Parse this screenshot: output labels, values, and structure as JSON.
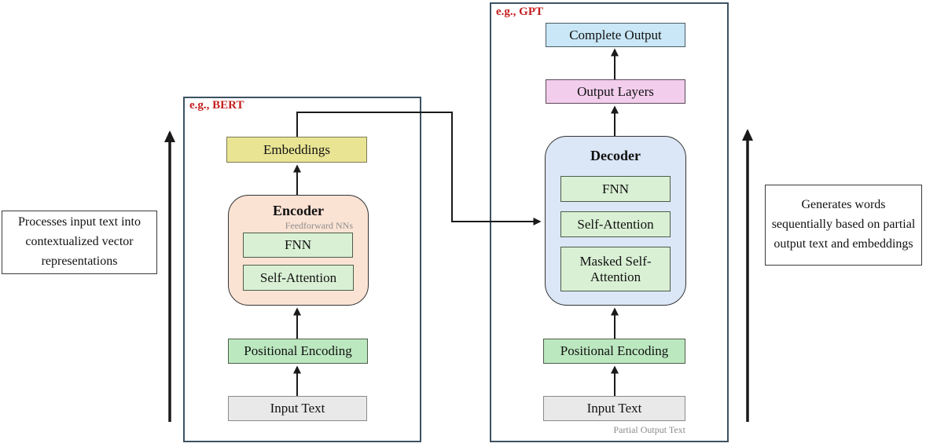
{
  "diagram": {
    "encoder_panel": {
      "tag": "e.g., BERT",
      "embeddings_label": "Embeddings",
      "encoder_title": "Encoder",
      "encoder_subtitle": "Feedforward NNs",
      "fnn_label": "FNN",
      "self_attention_label": "Self-Attention",
      "positional_encoding_label": "Positional Encoding",
      "input_text_label": "Input Text"
    },
    "decoder_panel": {
      "tag": "e.g., GPT",
      "complete_output_label": "Complete Output",
      "output_layers_label": "Output Layers",
      "decoder_title": "Decoder",
      "fnn_label": "FNN",
      "self_attention_label": "Self-Attention",
      "masked_self_attention_label": "Masked Self-Attention",
      "positional_encoding_label": "Positional Encoding",
      "input_text_label": "Input Text",
      "input_caption": "Partial Output Text"
    },
    "left_note": "Processes input text into contextualized vector representations",
    "right_note": "Generates words sequentially based on partial output text and embeddings",
    "colors": {
      "panel_border": "#3d5263",
      "tag_red": "#c41f1f",
      "embeddings_yellow": "#e9e493",
      "encoder_peach": "#fbe3d4",
      "inner_green": "#d9f0d4",
      "positional_green": "#bce8c0",
      "input_gray": "#e9e9e9",
      "complete_output_blue": "#c9e7f6",
      "output_layers_pink": "#f2cdec",
      "decoder_blue": "#dbe6f6",
      "arrow_black": "#1a1a1a"
    }
  }
}
